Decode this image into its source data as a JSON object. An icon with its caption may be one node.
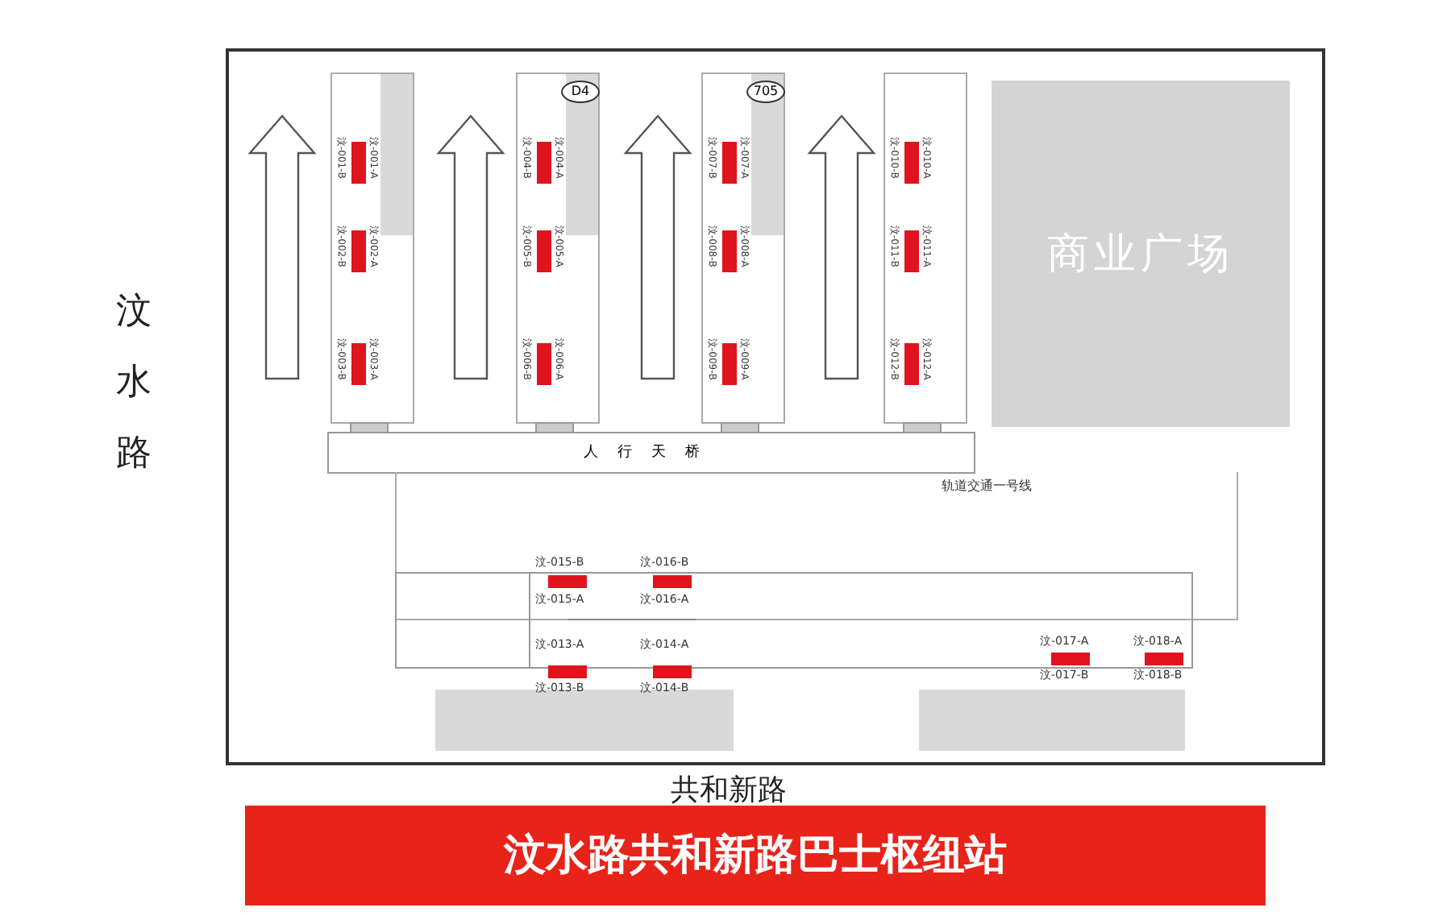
{
  "diagram": {
    "title": "汶水路共和新路巴士枢纽站",
    "nodes": [
      {
        "text": [
          "商业广场"
        ]
      },
      {
        "text": [
          "人行天桥"
        ]
      },
      {
        "text": [
          "D4"
        ]
      },
      {
        "text": [
          "705"
        ]
      },
      {
        "text": [],
        "shape": "box"
      }
    ],
    "labels": [
      "汶水路",
      "共和新路",
      "轨道交通一号线",
      "汶-001-B",
      "汶-001-A",
      "汶-002-B",
      "汶-002-A",
      "汶-003-B",
      "汶-003-A",
      "汶-004-B",
      "汶-004-A",
      "汶-005-B",
      "汶-005-A",
      "汶-006-B",
      "汶-006-A",
      "汶-007-B",
      "汶-007-A",
      "汶-008-B",
      "汶-008-A",
      "汶-009-B",
      "汶-009-A",
      "汶-010-B",
      "汶-010-A",
      "汶-011-B",
      "汶-011-A",
      "汶-012-B",
      "汶-012-A",
      "汶-015-B",
      "汶-016-B",
      "汶-015-A",
      "汶-016-A",
      "汶-013-A",
      "汶-014-A",
      "汶-013-B",
      "汶-014-B",
      "汶-017-A",
      "汶-018-A",
      "汶-017-B",
      "汶-018-B"
    ]
  }
}
